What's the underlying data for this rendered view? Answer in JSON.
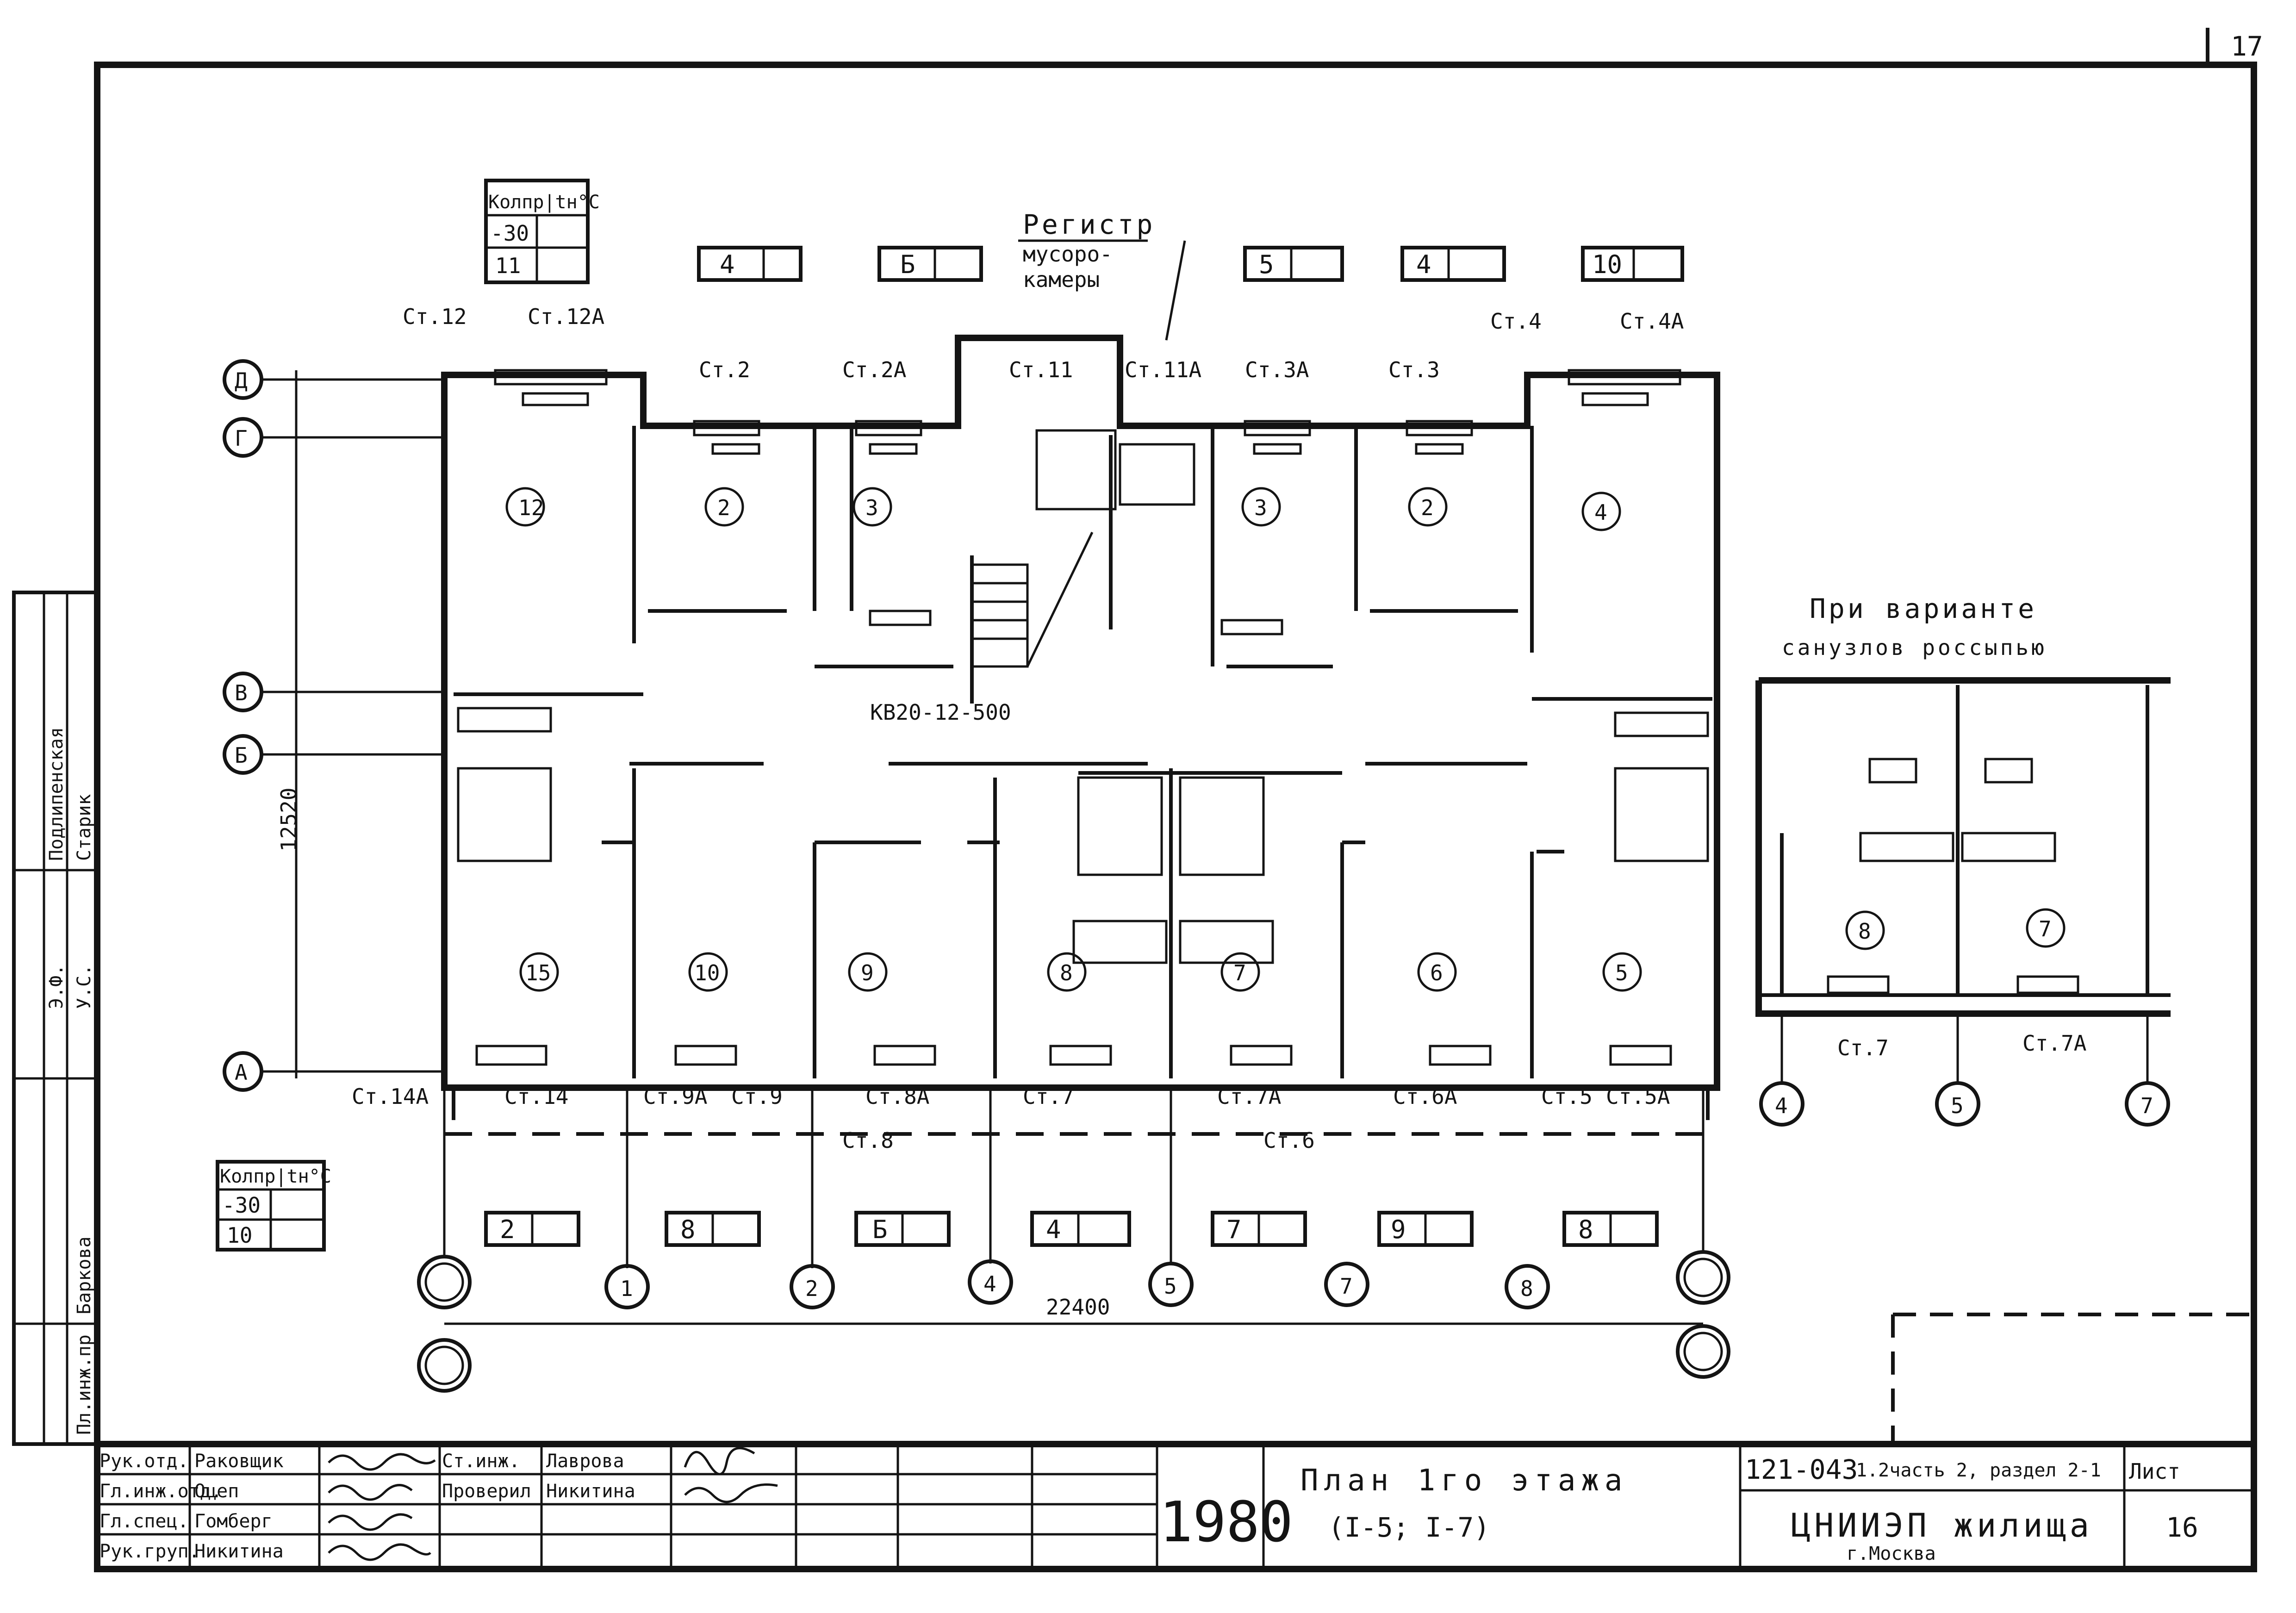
{
  "sheet_corner_number": "17",
  "top_boxes": [
    "4",
    "Б",
    "5",
    "4",
    "10"
  ],
  "bottom_boxes": [
    "2",
    "8",
    "Б",
    "4",
    "7",
    "9",
    "8"
  ],
  "climate_table_top": {
    "header": "Колпр|tн°С",
    "rows": [
      "-30",
      "11"
    ]
  },
  "climate_table_bottom": {
    "header": "Колпр|tн°С",
    "rows": [
      "-30",
      "10"
    ]
  },
  "register_label": {
    "line1": "Регистр",
    "line2": "мусоро-",
    "line3": "камеры"
  },
  "kv_label": "КВ20-12-500",
  "risers_top": [
    "Ст.12",
    "Ст.12А",
    "Ст.2",
    "Ст.2А",
    "Ст.11",
    "Ст.11А",
    "Ст.3А",
    "Ст.3",
    "Ст.4",
    "Ст.4А"
  ],
  "risers_bottom": [
    "Ст.14А",
    "Ст.14",
    "Ст.9А",
    "Ст.9",
    "Ст.8",
    "Ст.8А",
    "Ст.7",
    "Ст.7А",
    "Ст.6",
    "Ст.6А",
    "Ст.5",
    "Ст.5А"
  ],
  "rooms_top": [
    "12",
    "2",
    "3",
    "3",
    "2",
    "4"
  ],
  "rooms_bottom": [
    "15",
    "10",
    "9",
    "8",
    "7",
    "6",
    "5"
  ],
  "axes_rows": [
    "Д",
    "Г",
    "В",
    "Б",
    "А"
  ],
  "axes_cols": [
    "1",
    "2",
    "4",
    "5",
    "7",
    "8"
  ],
  "dim_vertical": "12520",
  "dim_horizontal": "22400",
  "variant_title": {
    "line1": "При варианте",
    "line2": "санузлов россыпью"
  },
  "variant_rooms": [
    "8",
    "7"
  ],
  "variant_risers": [
    "Ст.7",
    "Ст.7А"
  ],
  "variant_axes": [
    "4",
    "5",
    "7"
  ],
  "side_stamp": [
    "Э.Ф.",
    "Подлипенская",
    "У.С.",
    "Старик",
    "Баркова",
    "Пл.инж.пр"
  ],
  "title_block": {
    "roles": [
      "Рук.отд.",
      "Гл.инж.отд.",
      "Гл.спец.",
      "Рук.груп."
    ],
    "names": [
      "Раковщик",
      "Оцеп",
      "Гомберг",
      "Никитина"
    ],
    "roles2": [
      "Ст.инж.",
      "Проверил"
    ],
    "names2": [
      "Лаврова",
      "Никитина"
    ],
    "year": "1980",
    "plan_title": "План 1го этажа",
    "plan_sub": "(I-5; I-7)",
    "code": "121-043",
    "part": "1.2часть 2, раздел 2-1",
    "org": "ЦНИИЭП жилища",
    "city": "г.Москва",
    "sheet_label": "Лист",
    "sheet_number": "16"
  },
  "colors": {
    "ink": "#141414",
    "paper": "#ffffff"
  }
}
